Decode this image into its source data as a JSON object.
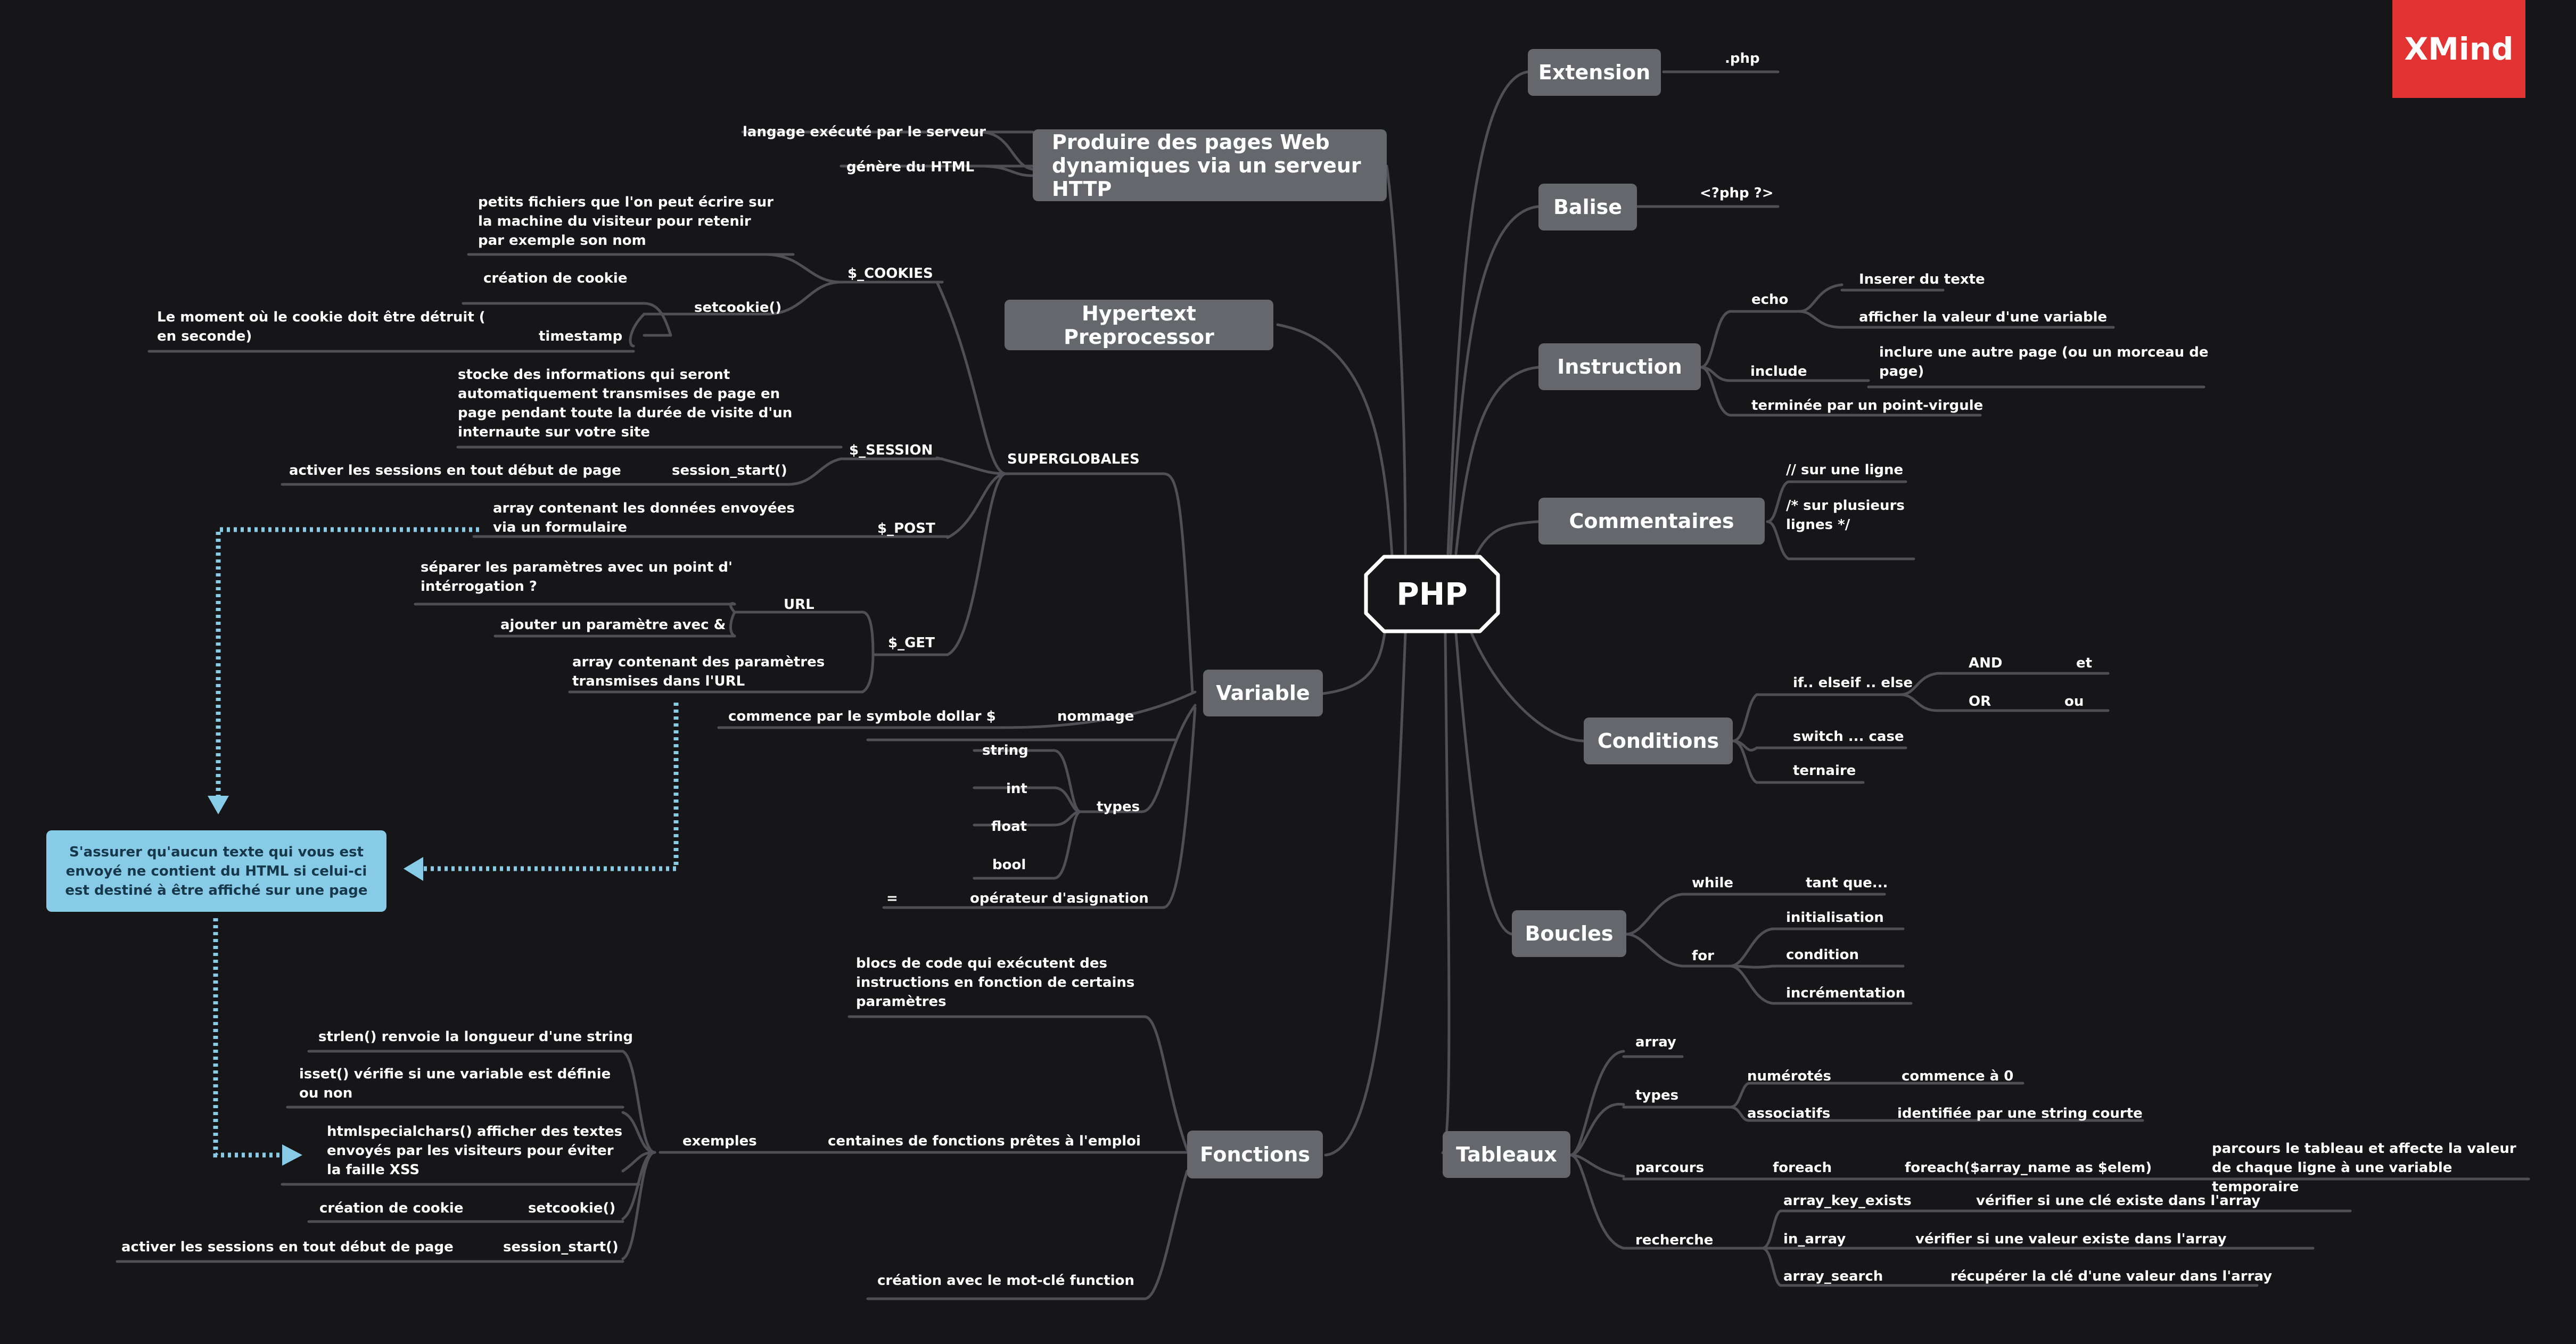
{
  "colors": {
    "background": "#161618",
    "topic": "#66666d",
    "line": "#4f4f55",
    "note": "#87cbe6",
    "dotted": "#87cbe6",
    "brand": "#e23232"
  },
  "brand": "XMind",
  "central": "PHP",
  "topics": {
    "produire": "Produire des pages Web dynamiques via un serveur HTTP",
    "hypertext": "Hypertext Preprocessor",
    "variable": "Variable",
    "fonctions": "Fonctions",
    "extension": "Extension",
    "balise": "Balise",
    "instruction": "Instruction",
    "commentaires": "Commentaires",
    "conditions": "Conditions",
    "boucles": "Boucles",
    "tableaux": "Tableaux"
  },
  "note": "S'assurer qu'aucun texte qui vous est envoyé ne contient du HTML si celui-ci est destiné à être affiché sur une page",
  "labels": {
    "langage": "langage exécuté par le serveur",
    "genere": "génère du HTML",
    "cookies_desc": "petits fichiers que l'on peut écrire sur la machine du visiteur pour retenir par exemple son nom",
    "cookies": "$_COOKIES",
    "creation_cookie": "création de cookie",
    "setcookie": "setcookie()",
    "moment": "Le moment où le cookie doit être détruit ( en seconde)",
    "timestamp": "timestamp",
    "session_desc": "stocke des informations qui seront automatiquement transmises de page en page pendant toute la durée de visite d'un internaute sur votre site",
    "session": "$_SESSION",
    "activer": "activer les sessions en tout début de page",
    "session_start": "session_start()",
    "superglobales": "SUPERGLOBALES",
    "post_desc": "array contenant les données envoyées via un formulaire",
    "post": "$_POST",
    "separer": "séparer les paramètres avec un point d' intérrogation ?",
    "url": "URL",
    "ajouter": "ajouter un paramètre avec &",
    "get": "$_GET",
    "get_desc": "array contenant des paramètres transmises dans l'URL",
    "commence": "commence par le symbole dollar $",
    "nommage": "nommage",
    "string": "string",
    "int": "int",
    "float": "float",
    "bool": "bool",
    "types": "types",
    "egal": "=",
    "operateur": "opérateur d'asignation",
    "blocs": "blocs de code qui exécutent des instructions en fonction de certains paramètres",
    "strlen": "strlen() renvoie la longueur d'une string",
    "isset": "isset() vérifie si une variable est définie ou non",
    "htmlspecial": "htmlspecialchars() afficher des textes envoyés par les visiteurs pour éviter la faille XSS",
    "exemples": "exemples",
    "centaines": "centaines de fonctions prêtes à l'emploi",
    "creation_cookie2": "création de cookie",
    "setcookie2": "setcookie()",
    "activer2": "activer les sessions en tout début de page",
    "session_start2": "session_start()",
    "creation_fn": "création avec le mot-clé function",
    "php_ext": ".php",
    "php_tag": "<?php ?>",
    "echo": "echo",
    "inserer": "Inserer du texte",
    "afficher": "afficher la valeur d'une variable",
    "include": "include",
    "inclure": "inclure une autre page (ou un morceau de page)",
    "terminee": "terminée par un point-virgule",
    "une_ligne": "// sur une ligne",
    "plusieurs": "/* sur plusieurs lignes */",
    "ifelse": "if.. elseif .. else",
    "and": "AND",
    "et": "et",
    "or": "OR",
    "ou": "ou",
    "switch": "switch ... case",
    "ternaire": "ternaire",
    "while": "while",
    "tantque": "tant que...",
    "for": "for",
    "initialisation": "initialisation",
    "condition": "condition",
    "incrementation": "incrémentation",
    "array": "array",
    "types2": "types",
    "numerotes": "numérotés",
    "commence0": "commence à 0",
    "associatifs": "associatifs",
    "identifiee": "identifiée par une string courte",
    "parcours": "parcours",
    "foreach": "foreach",
    "foreach_syntax": "foreach($array_name as $elem)",
    "parcours_desc": "parcours le tableau et affecte la valeur de chaque ligne à une variable temporaire",
    "recherche": "recherche",
    "array_key_exists": "array_key_exists",
    "verifie_cle": "vérifier si une clé existe dans l'array",
    "in_array": "in_array",
    "verifie_val": "vérifier si une valeur existe dans l'array",
    "array_search": "array_search",
    "recuperer": "récupérer la clé d'une valeur dans l'array"
  }
}
